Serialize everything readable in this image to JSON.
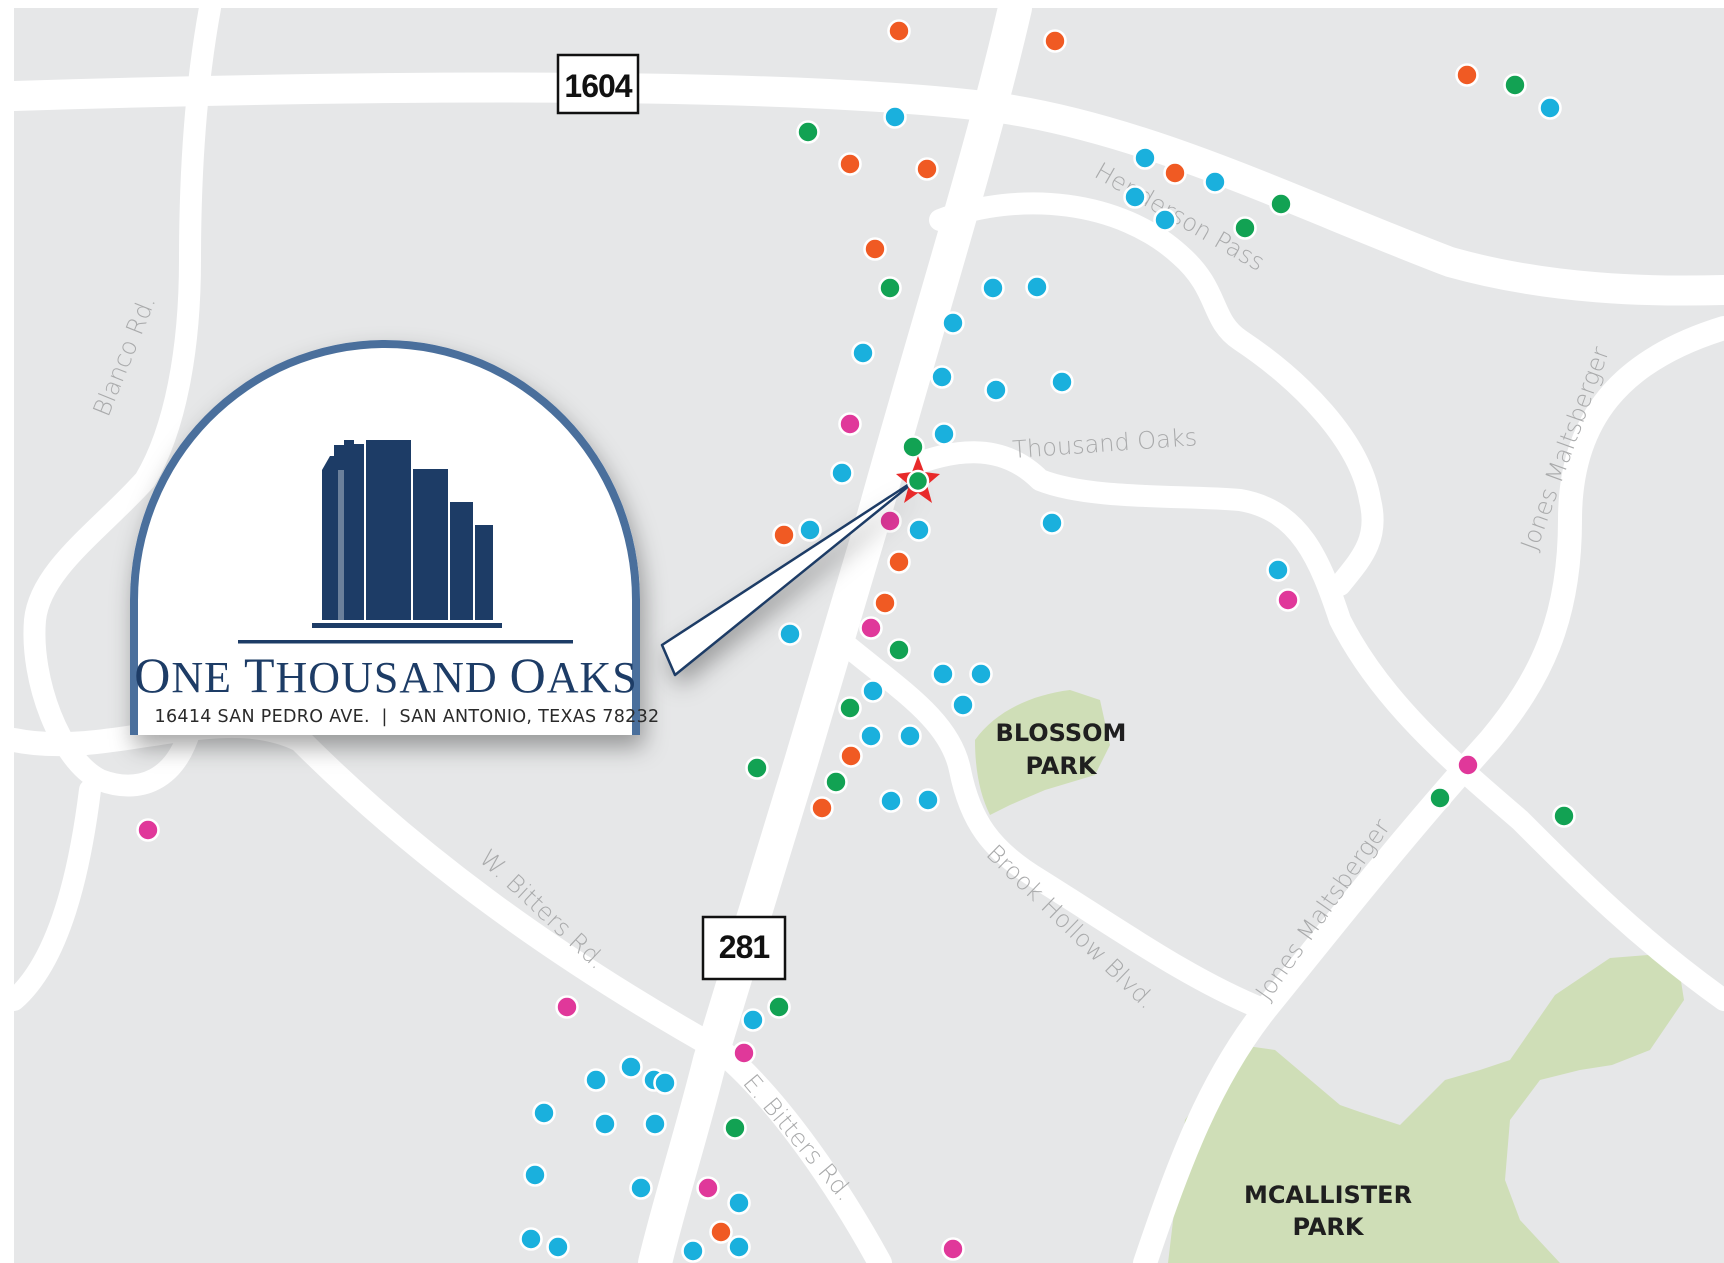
{
  "highways": {
    "h1604": "1604",
    "h281": "281"
  },
  "roads": {
    "blanco": "Blanco Rd.",
    "henderson": "Henderson Pass",
    "thousand_oaks": "Thousand Oaks",
    "jones_upper": "Jones Maltsberger",
    "jones_lower": "Jones Maltsberger",
    "brook_hollow": "Brook Hollow Blvd.",
    "w_bitters": "W. Bitters Rd.",
    "e_bitters": "E. Bitters Rd."
  },
  "parks": {
    "blossom_line1": "BLOSSOM",
    "blossom_line2": "PARK",
    "mcallister_line1": "MCALLISTER",
    "mcallister_line2": "PARK"
  },
  "callout": {
    "title_o": "O",
    "title_ne": "NE ",
    "title_t": "T",
    "title_housand": "HOUSAND ",
    "title_o2": "O",
    "title_aks": "AKS",
    "address": "16414 SAN PEDRO AVE.  |  SAN ANTONIO, TEXAS 78232"
  },
  "colors": {
    "background": "#e6e7e8",
    "road": "#ffffff",
    "park": "#cfdeb7",
    "brand_navy": "#1d3c66",
    "brand_arc": "#4a6f9c",
    "marker_blue": "#1ab0dd",
    "marker_orange": "#f05a23",
    "marker_green": "#12a253",
    "marker_pink": "#e0389a",
    "star": "#e82a2a"
  },
  "markers": {
    "blue_count": 55,
    "orange_count": 18,
    "green_count": 22,
    "pink_count": 12
  }
}
